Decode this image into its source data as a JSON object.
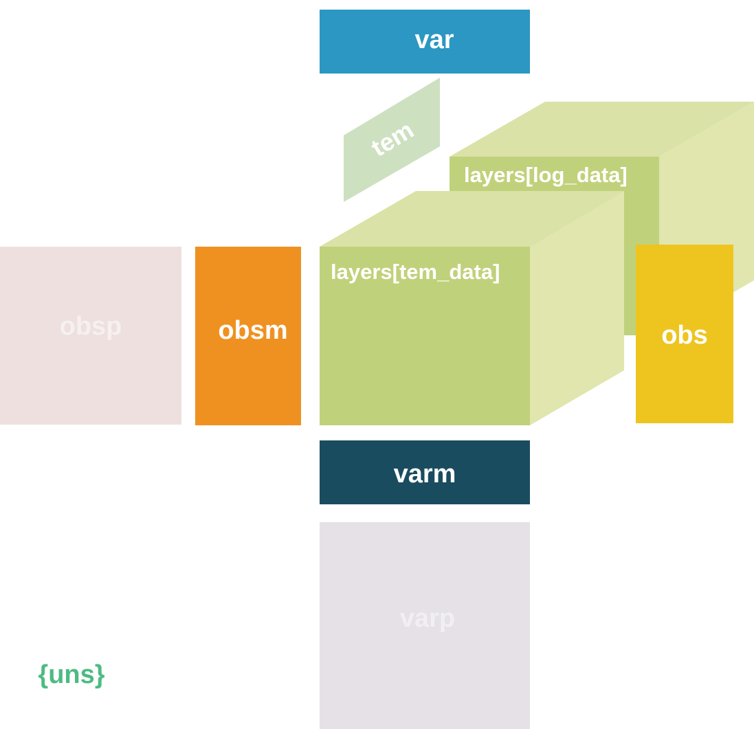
{
  "diagram": {
    "var": {
      "label": "var",
      "color": "#2B97C2"
    },
    "tem": {
      "label": "tem",
      "color": "#CDE0C0"
    },
    "layers_log": {
      "label": "layers[log_data]",
      "front_color": "#C0D17B",
      "top_color": "#DAE2A7",
      "side_color": "#E0E6AE"
    },
    "layers_tem": {
      "label": "layers[tem_data]",
      "front_color": "#C0D17B",
      "top_color": "#DAE2A7",
      "side_color": "#E0E6AE"
    },
    "obsp": {
      "label": "obsp",
      "color": "#EDE0DF"
    },
    "obsm": {
      "label": "obsm",
      "color": "#EF9121"
    },
    "obs": {
      "label": "obs",
      "color": "#EEC41F"
    },
    "varm": {
      "label": "varm",
      "color": "#1A4C60"
    },
    "varp": {
      "label": "varp",
      "color": "#E5E1E6"
    },
    "uns": {
      "label": "{uns}",
      "color": "#4DBB83"
    }
  }
}
